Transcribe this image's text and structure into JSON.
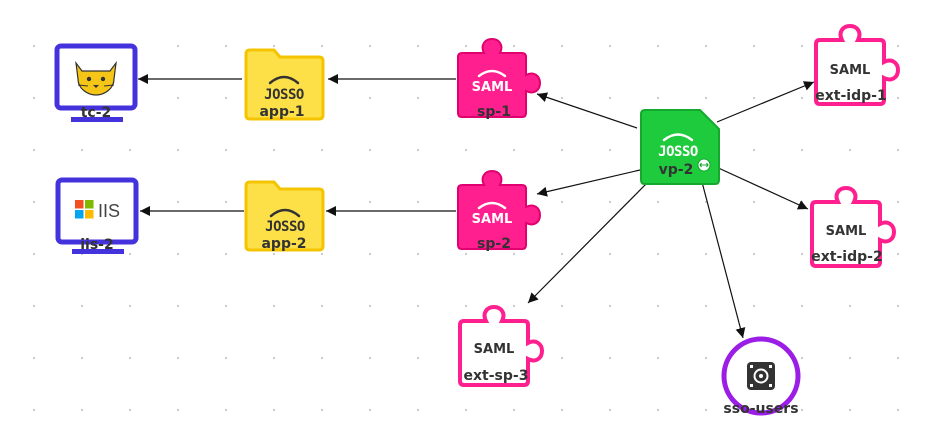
{
  "nodes": {
    "tc2": {
      "label": "tc-2",
      "kind": "tomcat-server",
      "color": "#4433dd"
    },
    "iis2": {
      "label": "iis-2",
      "kind": "iis-server",
      "color": "#4433dd",
      "badge": "IIS"
    },
    "app1": {
      "label": "app-1",
      "kind": "josso-app",
      "color": "#fde047",
      "brand": "JOSSO"
    },
    "app2": {
      "label": "app-2",
      "kind": "josso-app",
      "color": "#fde047",
      "brand": "JOSSO"
    },
    "sp1": {
      "label": "sp-1",
      "kind": "saml-sp",
      "color": "#ff1f8e",
      "protocol": "SAML"
    },
    "sp2": {
      "label": "sp-2",
      "kind": "saml-sp",
      "color": "#ff1f8e",
      "protocol": "SAML"
    },
    "vp2": {
      "label": "vp-2",
      "kind": "josso-vp",
      "color": "#1ecb3c",
      "brand": "JOSSO"
    },
    "extidp1": {
      "label": "ext-idp-1",
      "kind": "saml-external",
      "color": "#ff1f8e",
      "protocol": "SAML"
    },
    "extidp2": {
      "label": "ext-idp-2",
      "kind": "saml-external",
      "color": "#ff1f8e",
      "protocol": "SAML"
    },
    "extsp3": {
      "label": "ext-sp-3",
      "kind": "saml-external",
      "color": "#ff1f8e",
      "protocol": "SAML"
    },
    "ssousers": {
      "label": "sso-users",
      "kind": "identity-store",
      "color": "#9b1ee6"
    }
  },
  "edges": [
    [
      "app1",
      "tc2"
    ],
    [
      "sp1",
      "app1"
    ],
    [
      "vp2",
      "sp1"
    ],
    [
      "vp2",
      "extidp1"
    ],
    [
      "app2",
      "iis2"
    ],
    [
      "sp2",
      "app2"
    ],
    [
      "vp2",
      "sp2"
    ],
    [
      "vp2",
      "extidp2"
    ],
    [
      "vp2",
      "extsp3"
    ],
    [
      "vp2",
      "ssousers"
    ]
  ]
}
